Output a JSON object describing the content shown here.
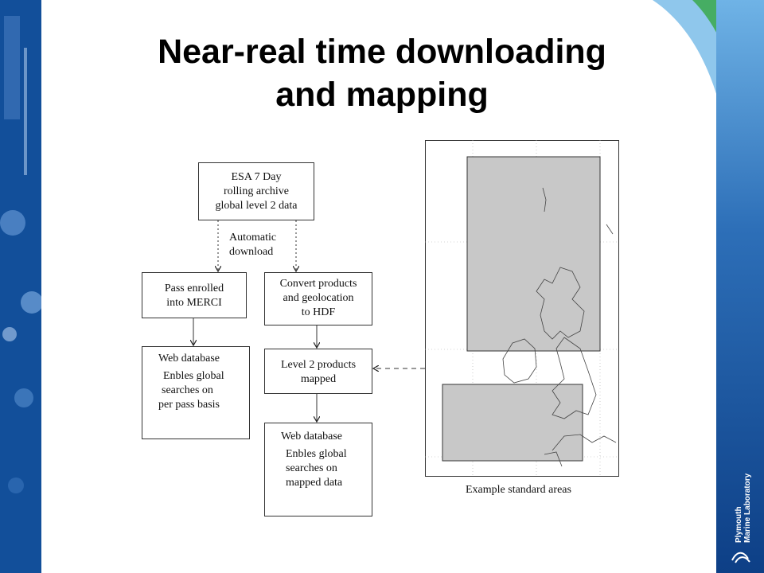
{
  "slide": {
    "title_line1": "Near-real time downloading",
    "title_line2": "and mapping"
  },
  "flow": {
    "archive": [
      "ESA 7 Day",
      "rolling archive",
      "global level 2 data"
    ],
    "auto_label": [
      "Automatic",
      "download"
    ],
    "pass": [
      "Pass enrolled",
      "into MERCI"
    ],
    "convert": [
      "Convert products",
      "and geolocation",
      "to HDF"
    ],
    "web1": [
      "Web database",
      "Enbles global",
      "searches on",
      "per pass basis"
    ],
    "level2": [
      "Level 2 products",
      "mapped"
    ],
    "web2": [
      "Web database",
      "Enbles global",
      "searches on",
      "mapped data"
    ]
  },
  "map": {
    "caption": "Example standard areas"
  },
  "logo": {
    "line1": "Plymouth",
    "line2": "Marine Laboratory"
  },
  "colors": {
    "area_fill": "#c8c8c8",
    "band_dark": "#0d3f86",
    "swoosh_green": "#3aa84b"
  }
}
